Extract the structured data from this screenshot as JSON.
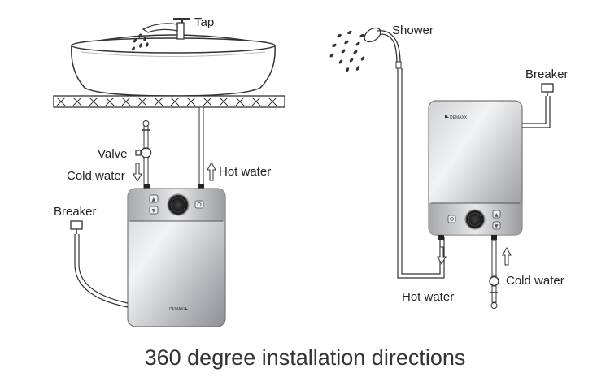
{
  "labels": {
    "tap": "Tap",
    "valve": "Valve",
    "cold_water_left": "Cold water",
    "hot_water_left": "Hot water",
    "breaker_left": "Breaker",
    "shower": "Shower",
    "breaker_right": "Breaker",
    "hot_water_right": "Hot water",
    "cold_water_right": "Cold water"
  },
  "brand": "DEMAXX",
  "caption": "360 degree installation directions",
  "icons": {
    "arrow_up": "up-arrow-icon",
    "arrow_down": "down-arrow-icon",
    "button_up": "chevron-up-icon",
    "button_down": "chevron-down-icon"
  },
  "colors": {
    "steel_light": "#d9dadc",
    "steel_dark": "#8e9095",
    "panel_dark": "#2a2a2c",
    "line": "#333333"
  }
}
